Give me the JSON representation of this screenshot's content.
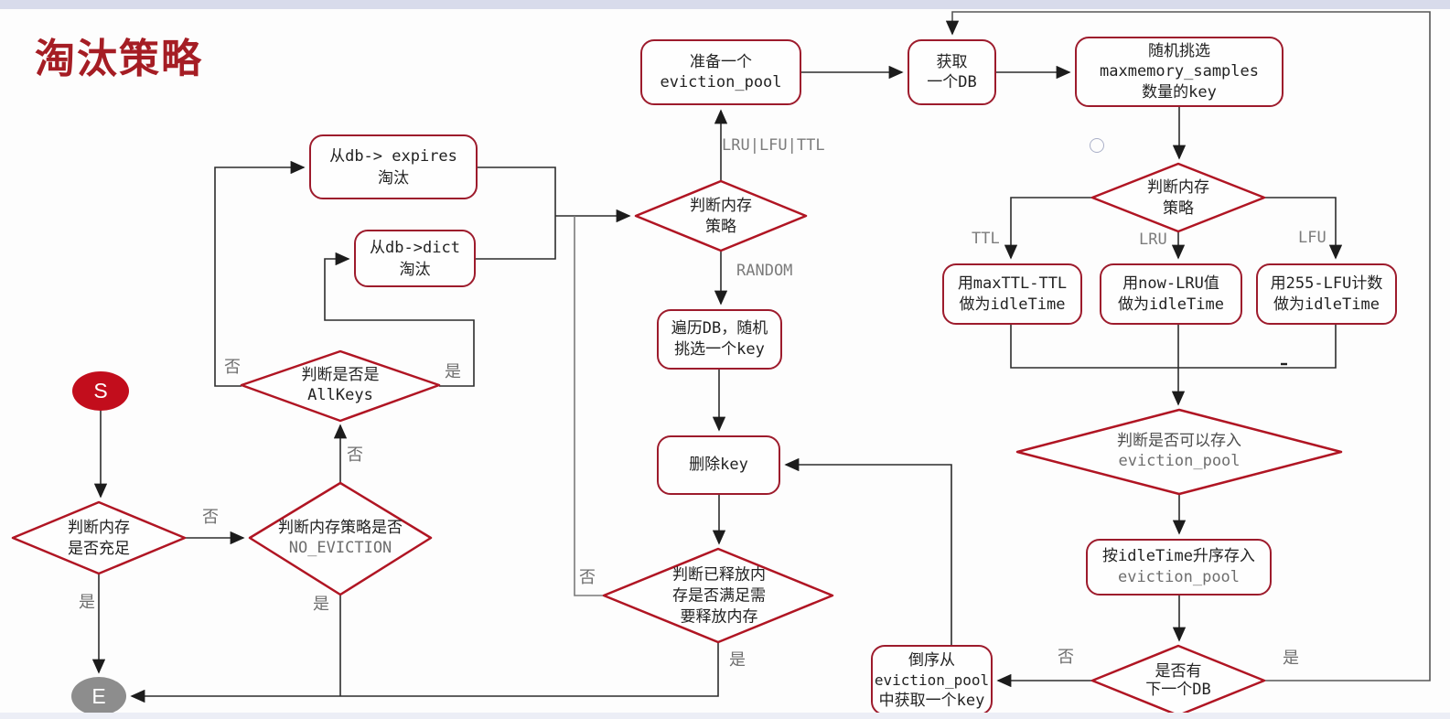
{
  "title": "淘汰策略",
  "nodes": {
    "start": "S",
    "end": "E",
    "prepare_pool": {
      "line1": "准备一个",
      "line2": "eviction_pool"
    },
    "get_db": {
      "line1": "获取",
      "line2": "一个DB"
    },
    "random_pick": {
      "line1": "随机挑选",
      "line2": "maxmemory_samples",
      "line3": "数量的key"
    },
    "judge_policy_left": {
      "line1": "判断内存",
      "line2": "策略"
    },
    "from_expires": {
      "line1": "从db-> expires",
      "line2": "淘汰"
    },
    "from_dict": {
      "line1": "从db->dict",
      "line2": "淘汰"
    },
    "judge_allkeys": {
      "line1": "判断是否是",
      "line2": "AllKeys"
    },
    "judge_memory": {
      "line1": "判断内存",
      "line2": "是否充足"
    },
    "judge_noeviction": {
      "line1": "判断内存策略是否",
      "line2": "NO_EVICTION"
    },
    "traverse_db": {
      "line1": "遍历DB，随机",
      "line2": "挑选一个key"
    },
    "delete_key": {
      "line1": "删除key"
    },
    "judge_released": {
      "line1": "判断已释放内",
      "line2": "存是否满足需",
      "line3": "要释放内存"
    },
    "judge_policy_right": {
      "line1": "判断内存",
      "line2": "策略"
    },
    "use_ttl": {
      "line1": "用maxTTL-TTL",
      "line2": "做为idleTime"
    },
    "use_lru": {
      "line1": "用now-LRU值",
      "line2": "做为idleTime"
    },
    "use_lfu": {
      "line1": "用255-LFU计数",
      "line2": "做为idleTime"
    },
    "judge_pool": {
      "line1": "判断是否可以存入",
      "line2": "eviction_pool"
    },
    "insert_pool": {
      "line1": "按idleTime升序存入",
      "line2": "eviction_pool"
    },
    "next_db": {
      "line1": "是否有",
      "line2": "下一个DB"
    },
    "reverse_pool": {
      "line1": "倒序从",
      "line2": "eviction_pool",
      "line3": "中获取一个key"
    }
  },
  "edge_labels": {
    "lru_lfu_ttl": "LRU|LFU|TTL",
    "random": "RANDOM",
    "ttl": "TTL",
    "lru": "LRU",
    "lfu": "LFU",
    "yes": "是",
    "no": "否"
  },
  "colors": {
    "box_border": "#9d1b2c",
    "diamond_border": "#b01523",
    "start_fill": "#c20d1c",
    "end_fill": "#8d8d8d",
    "edge": "#2d2d2d",
    "label": "#6f6f6f"
  }
}
